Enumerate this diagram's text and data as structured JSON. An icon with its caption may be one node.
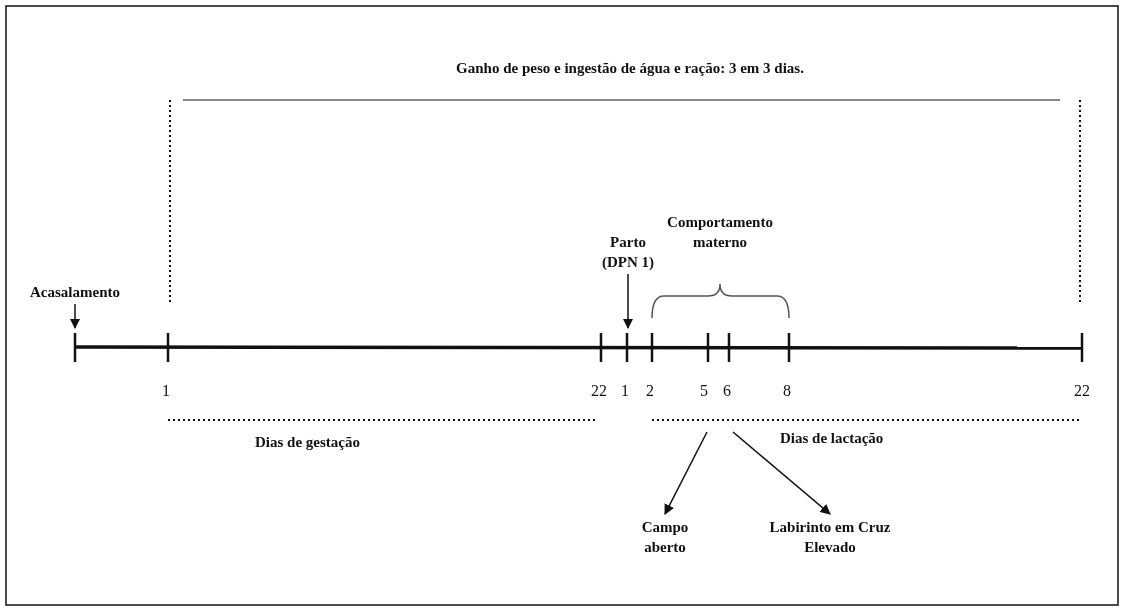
{
  "diagram": {
    "title": "Ganho de peso e ingestão de água e  ração: 3 em 3 dias.",
    "nodes": [
      {
        "text": [
          "Acasalamento"
        ]
      },
      {
        "text": [
          "Parto (DPN 1)"
        ]
      },
      {
        "text": [
          "Comportamento materno"
        ]
      },
      {
        "text": [
          "Campo aberto"
        ]
      },
      {
        "text": [
          "Labirinto em Cruz Elevado"
        ]
      }
    ],
    "edges": [
      {
        "from": 0,
        "to": null,
        "arrow": "to"
      },
      {
        "from": 1,
        "to": null,
        "arrow": "to"
      },
      {
        "from": null,
        "to": 3,
        "arrow": "to"
      },
      {
        "from": null,
        "to": 4,
        "arrow": "to"
      }
    ],
    "labels": [
      "1",
      "22",
      "1",
      "2",
      "5",
      "6",
      "8",
      "22",
      "Dias de gestação",
      "Dias de lactação"
    ]
  }
}
